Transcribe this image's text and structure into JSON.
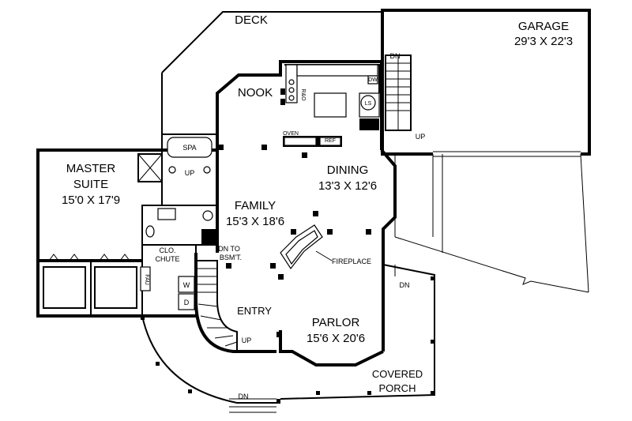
{
  "rooms": {
    "deck": "DECK",
    "garage_name": "GARAGE",
    "garage_size": "29'3 X 22'3",
    "nook": "NOOK",
    "master_name": "MASTER",
    "master_name2": "SUITE",
    "master_size": "15'0 X 17'9",
    "family_name": "FAMILY",
    "family_size": "15'3 X 18'6",
    "dining_name": "DINING",
    "dining_size": "13'3 X 12'6",
    "parlor_name": "PARLOR",
    "parlor_size": "15'6 X 20'6",
    "entry": "ENTRY",
    "covered_porch_1": "COVERED",
    "covered_porch_2": "PORCH"
  },
  "labels": {
    "spa": "SPA",
    "up_bath": "UP",
    "clo": "CLO.",
    "chute": "CHUTE",
    "dn_to": "DN TO",
    "bsmt": "BSM'T.",
    "fireplace": "FIREPLACE",
    "oven": "OVEN",
    "ref": "REF",
    "ls": "LS",
    "dw": "DW",
    "rg": "R&O",
    "dn_garage": "DN",
    "up_garage": "UP",
    "dn_porch": "DN",
    "dn_front": "DN",
    "up_entry": "UP",
    "fau": "FAU",
    "w": "W",
    "d": "D"
  }
}
